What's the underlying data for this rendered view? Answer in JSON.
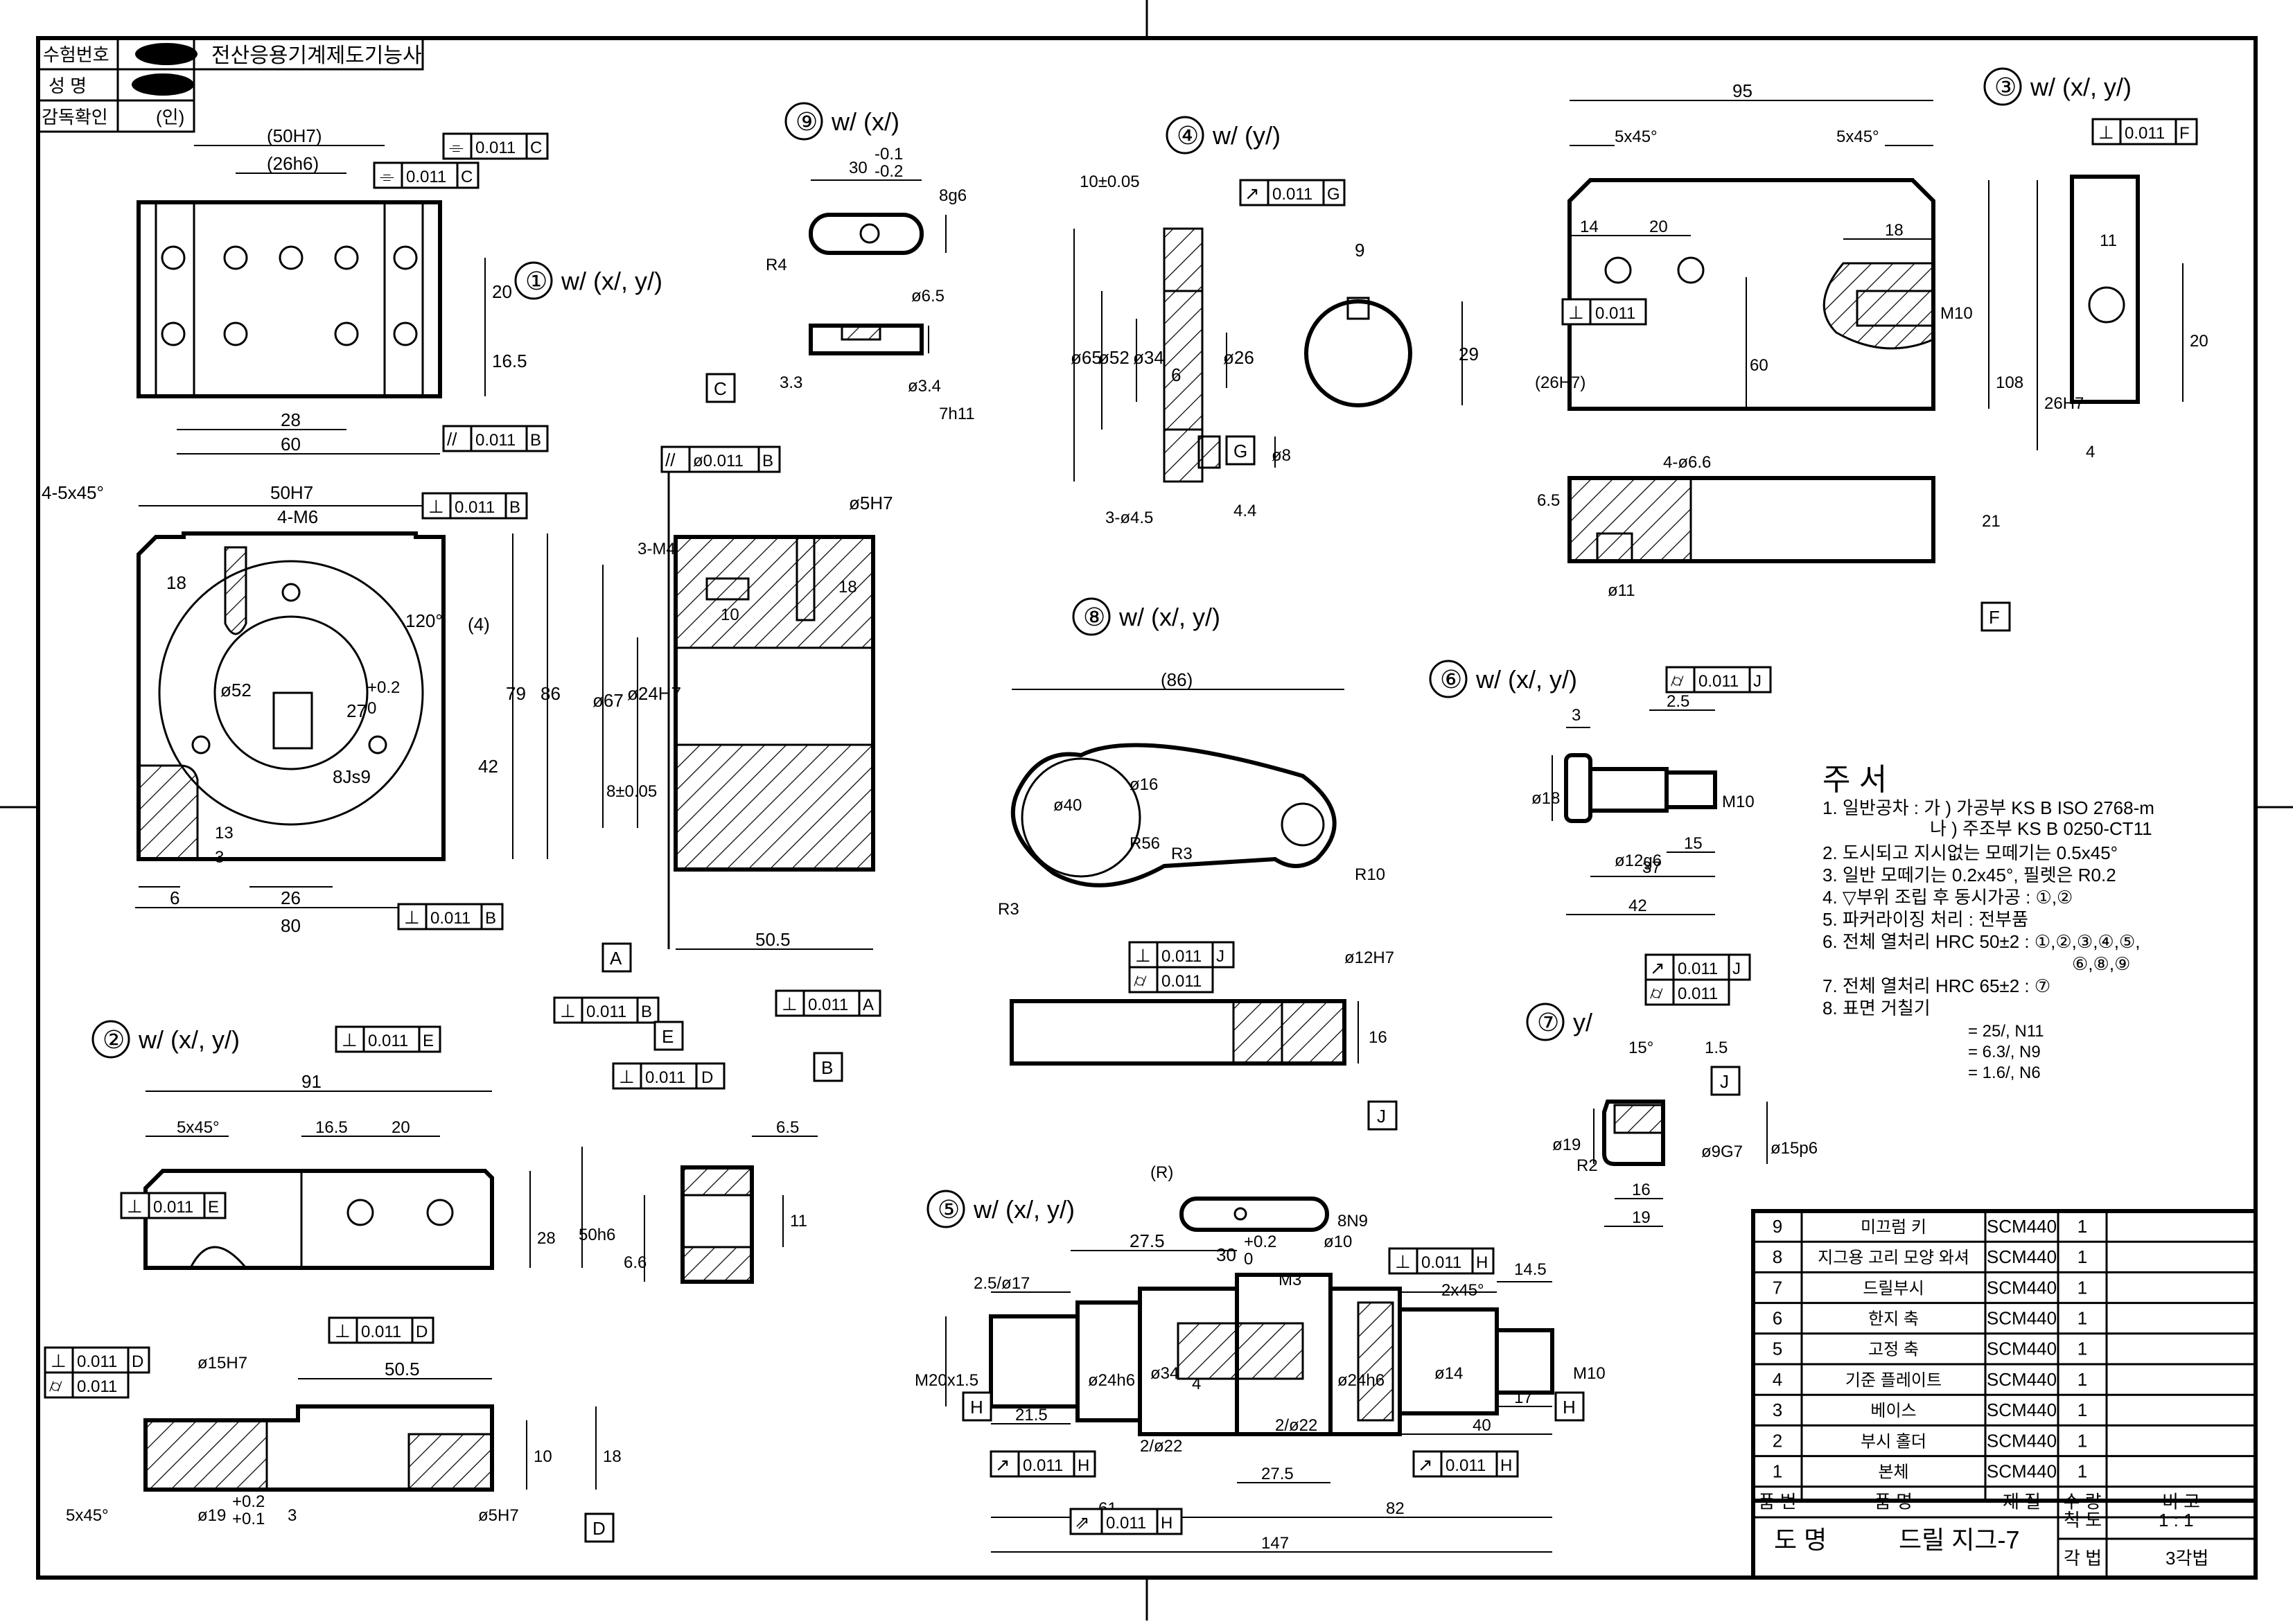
{
  "title_block": {
    "exam_no_label": "수험번호",
    "name_label": "성 명",
    "supervisor_label": "감독확인",
    "stamp": "(인)",
    "qualification": "전산응용기계제도기능사"
  },
  "parts": [
    {
      "no": "9",
      "name": "미끄럼 키",
      "material": "SCM440",
      "qty": "1"
    },
    {
      "no": "8",
      "name": "지그용 고리 모양 와셔",
      "material": "SCM440",
      "qty": "1"
    },
    {
      "no": "7",
      "name": "드릴부시",
      "material": "SCM440",
      "qty": "1"
    },
    {
      "no": "6",
      "name": "한지 축",
      "material": "SCM440",
      "qty": "1"
    },
    {
      "no": "5",
      "name": "고정 축",
      "material": "SCM440",
      "qty": "1"
    },
    {
      "no": "4",
      "name": "기준 플레이트",
      "material": "SCM440",
      "qty": "1"
    },
    {
      "no": "3",
      "name": "베이스",
      "material": "SCM440",
      "qty": "1"
    },
    {
      "no": "2",
      "name": "부시 홀더",
      "material": "SCM440",
      "qty": "1"
    },
    {
      "no": "1",
      "name": "본체",
      "material": "SCM440",
      "qty": "1"
    }
  ],
  "parts_header": {
    "no": "품 번",
    "name": "품        명",
    "material": "재 질",
    "qty": "수 량",
    "remark": "비    고"
  },
  "drawing": {
    "name_label": "도    명",
    "name": "드릴 지그-7",
    "scale_label": "척 도",
    "scale": "1 : 1",
    "projection_label": "각 법",
    "projection": "3각법"
  },
  "notes": {
    "heading": "주 서",
    "lines": [
      "1. 일반공차 : 가 ) 가공부 KS B ISO 2768-m",
      "나 ) 주조부 KS B 0250-CT11",
      "2. 도시되고 지시없는 모떼기는 0.5x45°",
      "3. 일반 모떼기는 0.2x45°, 필렛은 R0.2",
      "4. ▽부위 조립 후 동시가공 : ①,②",
      "5. 파커라이징 처리 : 전부품",
      "6. 전체 열처리 HRC 50±2 : ①,②,③,④,⑤,",
      "⑥,⑧,⑨",
      "7. 전체 열처리 HRC 65±2 : ⑦",
      "8. 표면 거칠기"
    ],
    "roughness": [
      "= 25/, N11",
      "= 6.3/, N9",
      "= 1.6/, N6"
    ]
  },
  "part_marks": {
    "p1": "①",
    "p2": "②",
    "p3": "③",
    "p4": "④",
    "p5": "⑤",
    "p6": "⑥",
    "p7": "⑦",
    "p8": "⑧",
    "p9": "⑨"
  },
  "surface_sets": {
    "wxy": "w/ (x/, y/)",
    "wy": "w/ (y/)",
    "wx": "w/ (x/)",
    "y": "y/"
  },
  "view1": {
    "dims": [
      "(50H7)",
      "(26h6)",
      "20",
      "16.5",
      "28",
      "60",
      "4-5x45°",
      "50H7",
      "4-M6",
      "18",
      "120°",
      "(4)",
      "79",
      "86",
      "42",
      "ø52",
      "27",
      "+0.2",
      "0",
      "8Js9",
      "13",
      "3",
      "6",
      "26",
      "80"
    ],
    "tol": [
      {
        "sym": "⌯",
        "val": "0.011",
        "ref": "C"
      },
      {
        "sym": "⌯",
        "val": "0.011",
        "ref": "C"
      },
      {
        "sym": "//",
        "val": "0.011",
        "ref": "B"
      },
      {
        "sym": "⊥",
        "val": "0.011",
        "ref": "B"
      },
      {
        "sym": "⊥",
        "val": "0.011",
        "ref": "B"
      }
    ]
  },
  "view_sec": {
    "dims": [
      "3-M4",
      "10",
      "ø5H7",
      "18",
      "ø67",
      "ø24H7",
      "8±0.05",
      "50.5"
    ],
    "tol": [
      {
        "sym": "//",
        "val": "ø0.011",
        "ref": "B"
      },
      {
        "sym": "⊥",
        "val": "0.011",
        "ref": "B"
      },
      {
        "sym": "⊥",
        "val": "0.011",
        "ref": "A"
      }
    ],
    "datums": [
      "C",
      "A",
      "B",
      "E"
    ]
  },
  "view9": {
    "dims": [
      "30",
      "-0.1",
      "-0.2",
      "8g6",
      "R4",
      "ø6.5",
      "3.3",
      "ø3.4",
      "7h11"
    ]
  },
  "view4": {
    "dims": [
      "10±0.05",
      "ø65",
      "ø52",
      "ø34",
      "6",
      "ø26",
      "ø8",
      "3-ø4.5",
      "4.4",
      "9",
      "29"
    ],
    "tol": [
      {
        "sym": "↗",
        "val": "0.011",
        "ref": "G"
      }
    ],
    "datums": [
      "G"
    ]
  },
  "view3": {
    "dims": [
      "95",
      "5x45°",
      "5x45°",
      "14",
      "20",
      "18",
      "M10",
      "60",
      "(26H7)",
      "108",
      "4-ø6.6",
      "6.5",
      "21",
      "ø11",
      "11",
      "26H7",
      "4",
      "20"
    ],
    "tol": [
      {
        "sym": "⊥",
        "val": "0.011",
        "ref": ""
      },
      {
        "sym": "⊥",
        "val": "0.011",
        "ref": "F"
      }
    ],
    "datums": [
      "F"
    ]
  },
  "view8": {
    "dims": [
      "(86)",
      "ø40",
      "ø16",
      "R56",
      "R3",
      "R3",
      "R10",
      "ø12H7",
      "16"
    ],
    "tol": [
      {
        "sym": "⊥",
        "val": "0.011",
        "ref": "J"
      },
      {
        "sym": "⌭",
        "val": "0.011",
        "ref": ""
      }
    ],
    "datums": [
      "J"
    ]
  },
  "view6": {
    "dims": [
      "3",
      "2.5",
      "ø18",
      "M10",
      "ø12g6",
      "15",
      "37",
      "42"
    ],
    "tol": [
      {
        "sym": "⌭",
        "val": "0.011",
        "ref": "J"
      }
    ]
  },
  "view7": {
    "dims": [
      "15°",
      "1.5",
      "ø19",
      "R2",
      "ø9G7",
      "ø15p6",
      "16",
      "19"
    ],
    "tol": [
      {
        "sym": "↗",
        "val": "0.011",
        "ref": "J"
      },
      {
        "sym": "⌭",
        "val": "0.011",
        "ref": ""
      }
    ],
    "datums": [
      "J"
    ]
  },
  "view2": {
    "dims": [
      "91",
      "5x45°",
      "16.5",
      "20",
      "28",
      "50h6",
      "6.5",
      "11",
      "6.6",
      "ø15H7",
      "50.5",
      "10",
      "18",
      "5x45°",
      "ø19",
      "+0.2",
      "+0.1",
      "3",
      "ø5H7"
    ],
    "tol": [
      {
        "sym": "⊥",
        "val": "0.011",
        "ref": "E"
      },
      {
        "sym": "⊥",
        "val": "0.011",
        "ref": "E"
      },
      {
        "sym": "⊥",
        "val": "0.011",
        "ref": "D"
      },
      {
        "sym": "⊥",
        "val": "0.011",
        "ref": "D"
      },
      {
        "sym": "⊥",
        "val": "0.011",
        "ref": "D"
      },
      {
        "sym": "⌭",
        "val": "0.011",
        "ref": ""
      }
    ],
    "datums": [
      "D"
    ]
  },
  "view5": {
    "dims": [
      "(R)",
      "30",
      "+0.2",
      "0",
      "8N9",
      "27.5",
      "ø10",
      "M3",
      "2.5/ø17",
      "2x45°",
      "14.5",
      "M20x1.5",
      "ø24h6",
      "ø34",
      "4",
      "ø24h6",
      "ø14",
      "M10",
      "21.5",
      "2/ø22",
      "2/ø22",
      "40",
      "17",
      "27.5",
      "61",
      "82",
      "147"
    ],
    "tol": [
      {
        "sym": "⊥",
        "val": "0.011",
        "ref": "H"
      },
      {
        "sym": "↗",
        "val": "0.011",
        "ref": "H"
      },
      {
        "sym": "↗",
        "val": "0.011",
        "ref": "H"
      },
      {
        "sym": "⇗",
        "val": "0.011",
        "ref": "H"
      }
    ],
    "datums": [
      "H",
      "H"
    ]
  }
}
